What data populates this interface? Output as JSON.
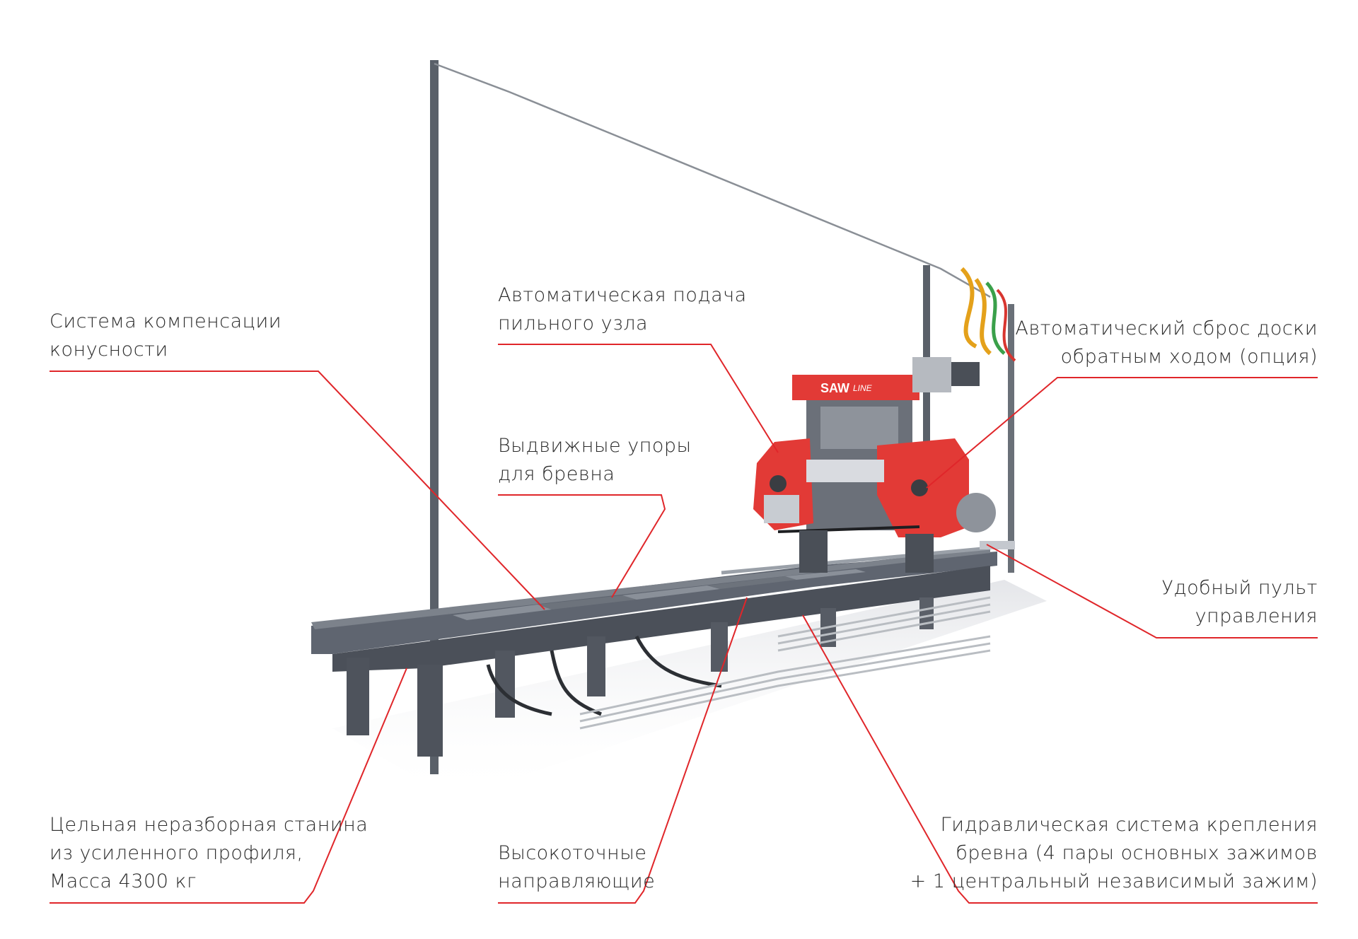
{
  "brand": {
    "logo_main": "SAW",
    "logo_sub": "LINE"
  },
  "colors": {
    "accent": "#e0262a",
    "machine_red": "#e23a36",
    "frame": "#5f6570",
    "frame_dark": "#454a53",
    "text": "#2b2b2b"
  },
  "callouts": [
    {
      "id": "taper",
      "lines": [
        "Система компенсации",
        "конусности"
      ]
    },
    {
      "id": "auto-feed",
      "lines": [
        "Автоматическая подача",
        "пильного узла"
      ]
    },
    {
      "id": "board-return",
      "lines": [
        "Автоматический сброс доски",
        "обратным ходом (опция)"
      ]
    },
    {
      "id": "log-stops",
      "lines": [
        "Выдвижные упоры",
        "для бревна"
      ]
    },
    {
      "id": "control-panel",
      "lines": [
        "Удобный пульт",
        "управления"
      ]
    },
    {
      "id": "frame",
      "lines": [
        "Цельная неразборная станина",
        "из усиленного профиля,",
        "Масса 4300 кг"
      ]
    },
    {
      "id": "guides",
      "lines": [
        "Высокоточные",
        "направляющие"
      ]
    },
    {
      "id": "hydraulic",
      "lines": [
        "Гидравлическая система крепления",
        "бревна (4 пары основных зажимов",
        "+ 1 центральный независимый зажим)"
      ]
    }
  ]
}
